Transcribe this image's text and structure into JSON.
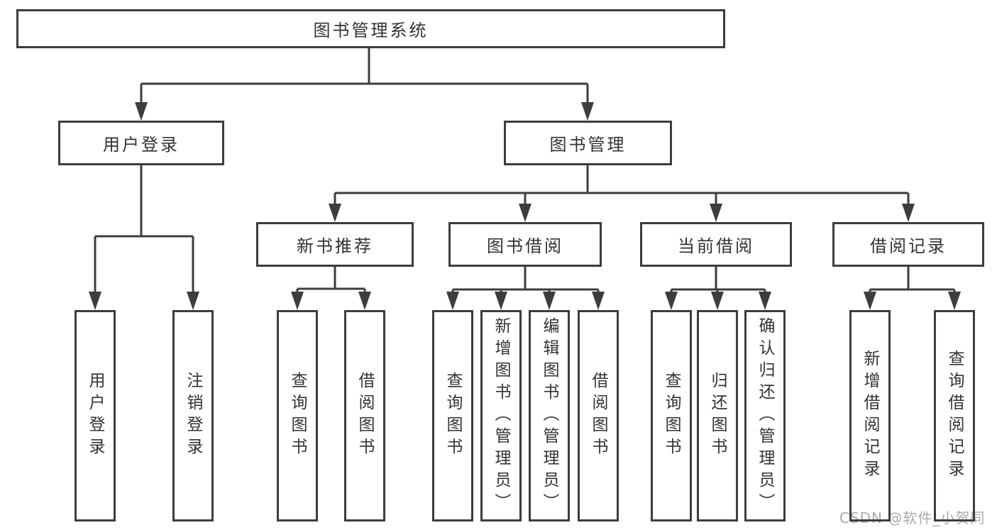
{
  "diagram": {
    "root": {
      "label": "图书管理系统"
    },
    "branches": {
      "user_login": {
        "label": "用户登录",
        "children": {
          "login": "用户登录",
          "logout": "注销登录"
        }
      },
      "book_mgmt": {
        "label": "图书管理",
        "sections": {
          "new_books": {
            "label": "新书推荐",
            "children": {
              "query": "查询图书",
              "borrow": "借阅图书"
            }
          },
          "book_borrow": {
            "label": "图书借阅",
            "children": {
              "query": "查询图书",
              "add": "新增图书（管理员）",
              "edit": "编辑图书（管理员）",
              "borrow": "借阅图书"
            }
          },
          "current_borrow": {
            "label": "当前借阅",
            "children": {
              "query": "查询图书",
              "return": "归还图书",
              "confirm": "确认归还（管理员）"
            }
          },
          "borrow_records": {
            "label": "借阅记录",
            "children": {
              "add": "新增借阅记录",
              "query": "查询借阅记录"
            }
          }
        }
      }
    },
    "watermark": "CSDN @软件_小贺同学",
    "colors": {
      "line": "#3d3d3d",
      "text": "#333333",
      "watermark": "#a9a9a9",
      "background": "#ffffff"
    }
  }
}
